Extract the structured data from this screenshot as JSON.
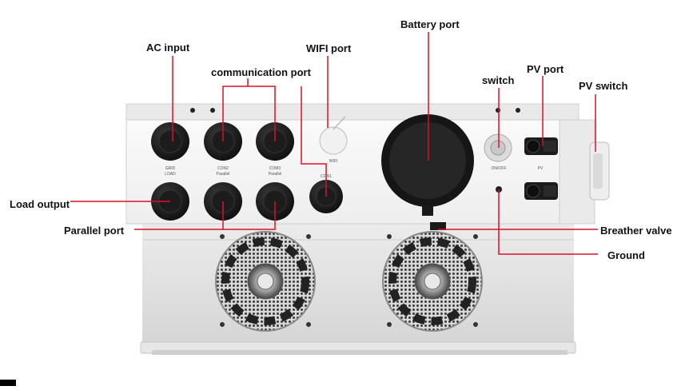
{
  "callouts": {
    "ac_input": "AC input",
    "communication_port": "communication port",
    "wifi_port": "WIFI port",
    "battery_port": "Battery port",
    "switch": "switch",
    "pv_port": "PV port",
    "pv_switch": "PV switch",
    "load_output": "Load output",
    "parallel_port": "Parallel port",
    "breather_valve": "Breather valve",
    "ground": "Ground"
  },
  "panel_labels": {
    "grid": "GRID",
    "con2": "CON2",
    "com3": "COM3",
    "wifi": "WIFI",
    "on_off": "ON/OFF",
    "pv": "PV",
    "load": "LOAD",
    "parallel_1": "Parallel",
    "parallel_2": "Parallel",
    "con1": "CON1"
  },
  "colors": {
    "leader_line": "#d9112a",
    "panel_face": "#f4f4f4",
    "housing": "#e3e3e3",
    "connector": "#1a1a1a"
  },
  "icons": [
    "cooling-fan",
    "cable-gland",
    "pv-connector",
    "side-switch"
  ]
}
